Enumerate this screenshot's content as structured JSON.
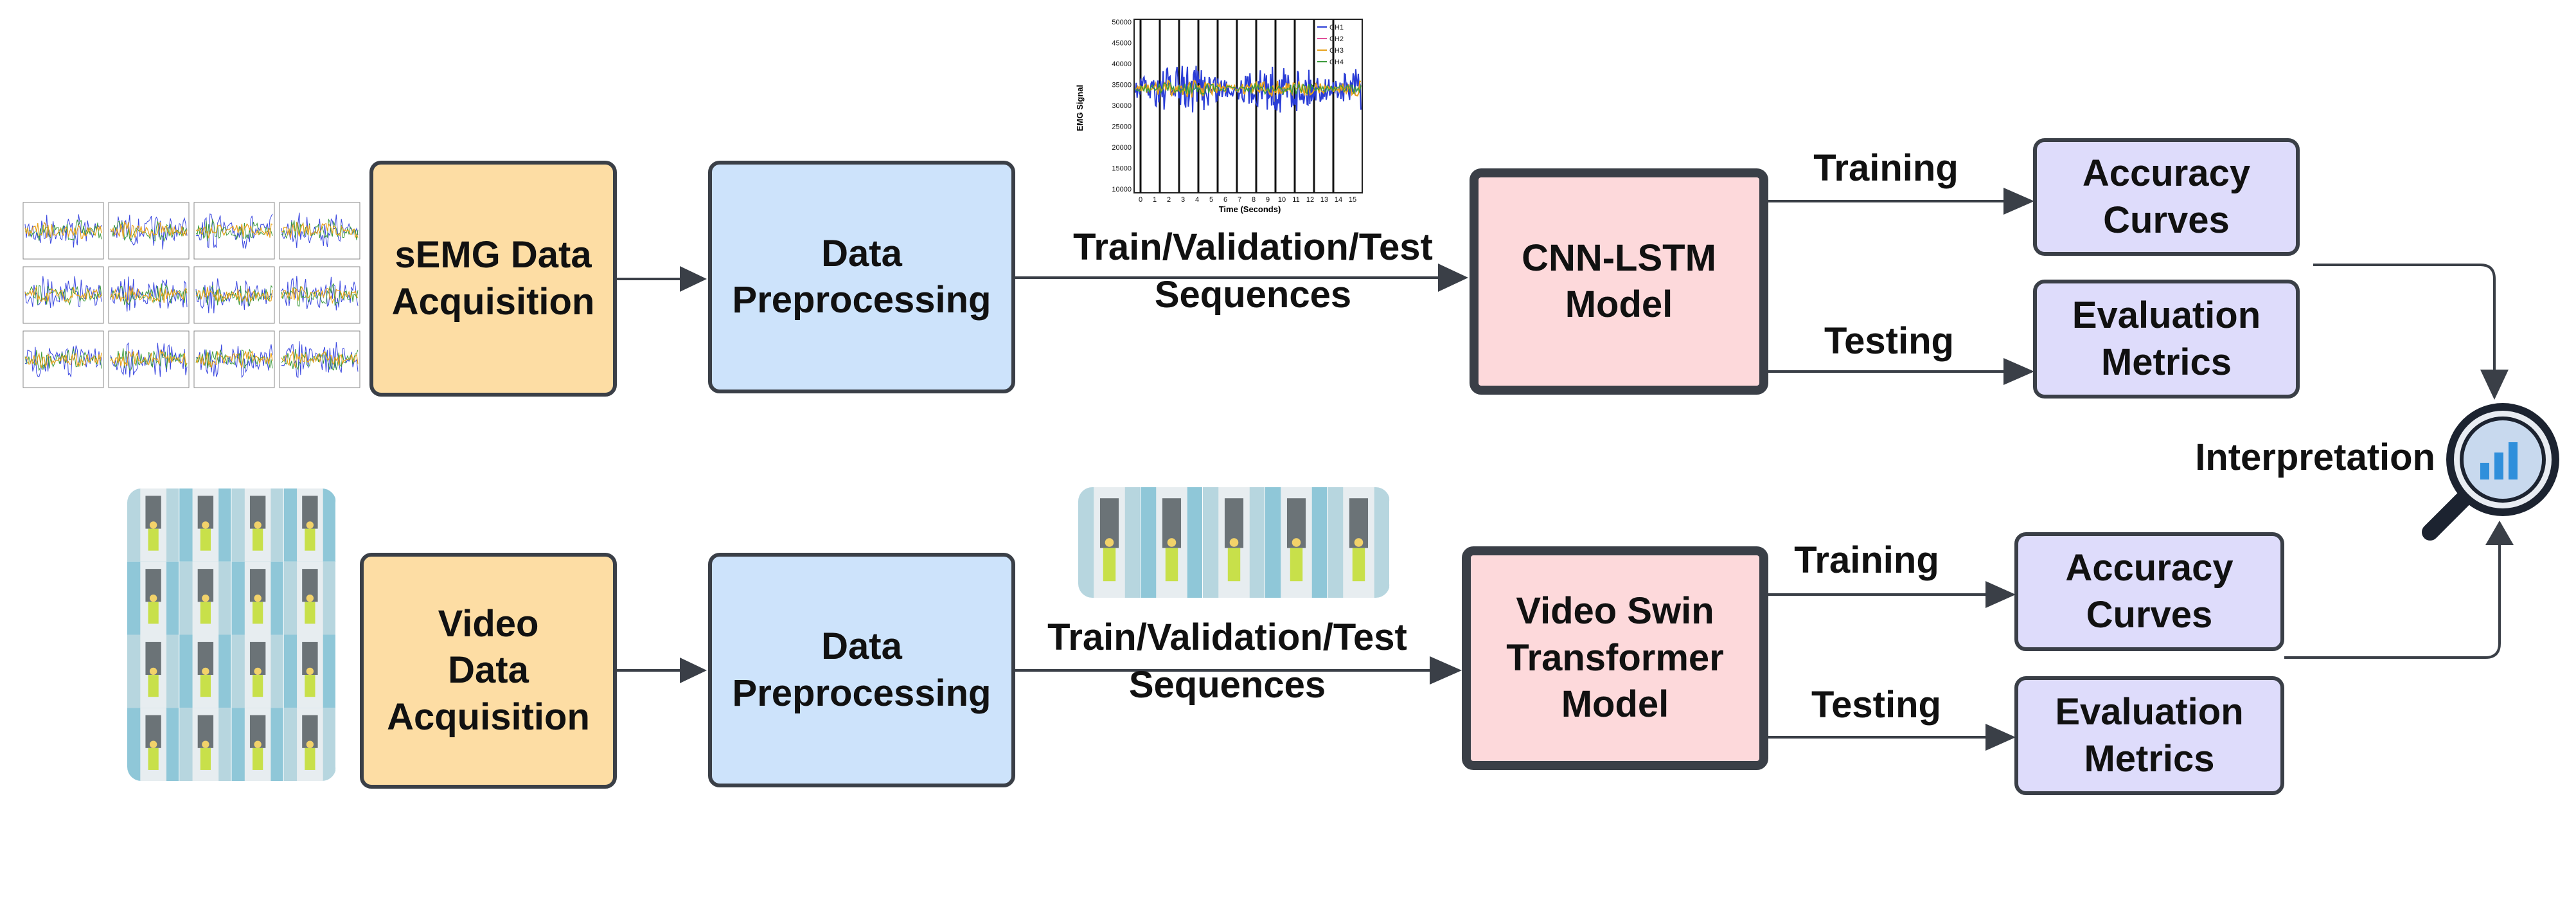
{
  "top_row": {
    "acquisition": "sEMG Data\nAcquisition",
    "preprocessing": "Data\nPreprocessing",
    "sequences": "Train/Validation/Test\nSequences",
    "model": "CNN-LSTM\nModel",
    "training": "Training",
    "testing": "Testing",
    "accuracy": "Accuracy\nCurves",
    "metrics": "Evaluation\nMetrics",
    "emg_thumb": {
      "ylabel": "EMG Signal",
      "xlabel": "Time (Seconds)",
      "yticks": [
        "50000",
        "45000",
        "40000",
        "35000",
        "30000",
        "25000",
        "20000",
        "15000",
        "10000"
      ],
      "xticks": [
        "0",
        "1",
        "2",
        "3",
        "4",
        "5",
        "6",
        "7",
        "8",
        "9",
        "10",
        "11",
        "12",
        "13",
        "14",
        "15"
      ],
      "legend": [
        "CH1",
        "CH2",
        "CH3",
        "CH4"
      ]
    }
  },
  "bottom_row": {
    "acquisition": "Video\nData\nAcquisition",
    "preprocessing": "Data\nPreprocessing",
    "sequences": "Train/Validation/Test\nSequences",
    "model": "Video Swin\nTransformer\nModel",
    "training": "Training",
    "testing": "Testing",
    "accuracy": "Accuracy\nCurves",
    "metrics": "Evaluation\nMetrics"
  },
  "interpretation": "Interpretation",
  "icons": {
    "interpretation": "magnifier-chart-icon"
  },
  "colors": {
    "acquisition": "#fddda4",
    "preprocessing": "#cde3fb",
    "model": "#fdd9db",
    "output": "#dedcfb",
    "border": "#3a3f47",
    "icon_blue": "#2f8fdb"
  }
}
